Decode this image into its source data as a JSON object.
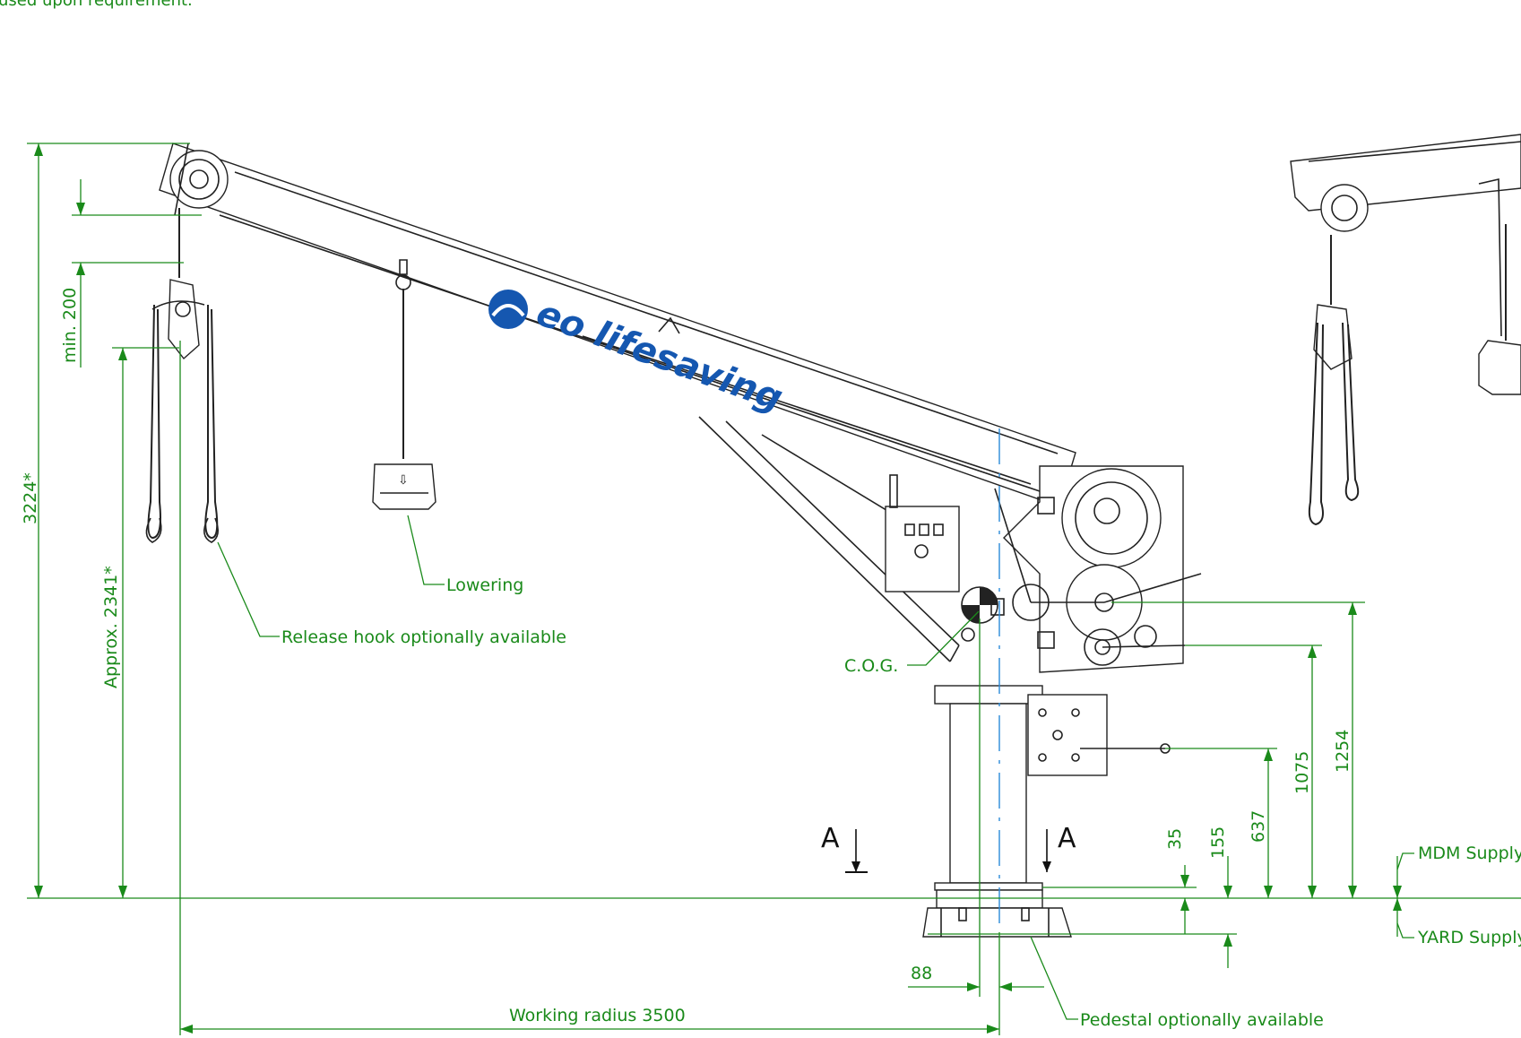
{
  "header": {
    "note_left": "used upon requirement."
  },
  "dimensions": {
    "total_height": "3224*",
    "hook_height": "Approx. 2341*",
    "min_clearance": "min. 200",
    "d35": "35",
    "d155": "155",
    "d637": "637",
    "d1075": "1075",
    "d1254": "1254",
    "offset": "88",
    "working_radius": "Working radius 3500"
  },
  "labels": {
    "lowering": "Lowering",
    "release_hook": "Release hook optionally available",
    "cog": "C.O.G.",
    "pedestal": "Pedestal optionally available",
    "mdm_supply": "MDM Supply",
    "yard_supply": "YARD Supply",
    "section_left": "A",
    "section_right": "A"
  },
  "logo": {
    "text": "eo lifesaving",
    "color": "#1557b0"
  },
  "colors": {
    "dimension": "#1a8a1a",
    "outline": "#222222",
    "axis": "#2a8ad8"
  }
}
